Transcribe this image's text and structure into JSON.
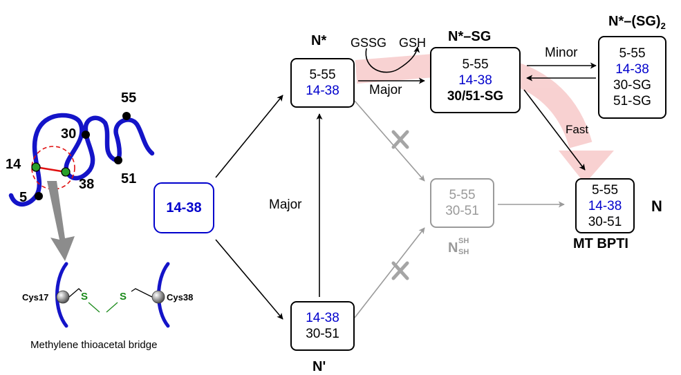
{
  "states": {
    "n_star": {
      "name": "N*",
      "bonds": [
        "5-55",
        "14-38"
      ]
    },
    "n_star_sg": {
      "name": "N*–SG",
      "bonds": [
        "5-55",
        "14-38",
        "30/51-SG"
      ]
    },
    "n_star_sg2": {
      "name_main": "N*–(SG)",
      "name_sub": "2",
      "bonds": [
        "5-55",
        "14-38",
        "30-SG",
        "51-SG"
      ]
    },
    "start": {
      "bonds": [
        "14-38"
      ]
    },
    "n_shsh": {
      "name": "N",
      "sup": "SH",
      "sub": "SH",
      "bonds": [
        "5-55",
        "30-51"
      ]
    },
    "n_prime": {
      "name": "N'",
      "bonds": [
        "14-38",
        "30-51"
      ]
    },
    "n_native": {
      "name": "N",
      "caption": "MT BPTI",
      "bonds": [
        "5-55",
        "14-38",
        "30-51"
      ]
    }
  },
  "labels": {
    "gssg": "GSSG",
    "gsh": "GSH",
    "major_top": "Major",
    "major_left": "Major",
    "minor": "Minor",
    "fast": "Fast"
  },
  "protein": {
    "residues": [
      "55",
      "30",
      "14",
      "38",
      "51",
      "5"
    ],
    "cys_left": "Cys17",
    "cys_right": "Cys38",
    "sulfur": "S",
    "caption": "Methylene thioacetal bridge"
  },
  "colors": {
    "blue": "#0000cc",
    "gray": "#9a9a9a",
    "green": "#1a8a1a",
    "red": "#e01010",
    "pink": "#f7c9c9"
  }
}
